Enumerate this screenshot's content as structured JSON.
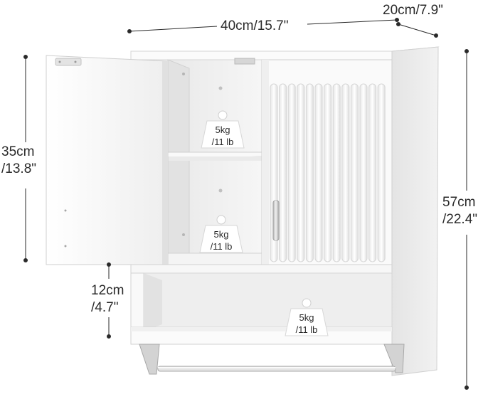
{
  "dimensions": {
    "width": "40cm/15.7\"",
    "depth": "20cm/7.9\"",
    "door_height_cm": "35cm",
    "door_height_in": "/13.8\"",
    "total_height_cm": "57cm",
    "total_height_in": "/22.4\"",
    "open_shelf_cm": "12cm",
    "open_shelf_in": "/4.7\""
  },
  "load_badges": [
    {
      "kg": "5kg",
      "lb": "/11 lb"
    },
    {
      "kg": "5kg",
      "lb": "/11 lb"
    },
    {
      "kg": "5kg",
      "lb": "/11 lb"
    }
  ],
  "colors": {
    "cabinet": "#f7f7f7",
    "shadow": "#d9d9d9",
    "badge": "#ffffff",
    "dim_line": "#2a2a2a"
  }
}
